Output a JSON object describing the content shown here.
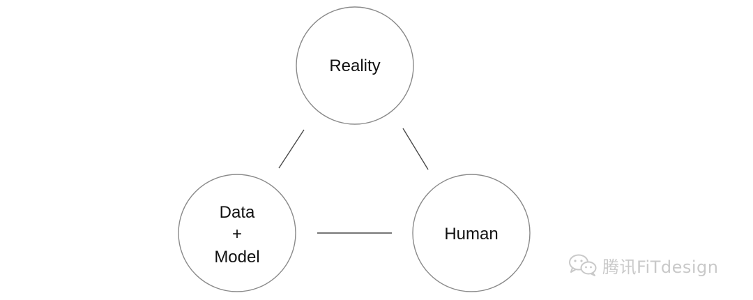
{
  "diagram": {
    "nodes": [
      {
        "id": "reality",
        "lines": [
          "Reality"
        ]
      },
      {
        "id": "data-model",
        "lines": [
          "Data",
          "+",
          "Model"
        ]
      },
      {
        "id": "human",
        "lines": [
          "Human"
        ]
      }
    ],
    "edges": [
      {
        "from": "data-model",
        "to": "reality"
      },
      {
        "from": "reality",
        "to": "human"
      },
      {
        "from": "data-model",
        "to": "human"
      }
    ],
    "colors": {
      "circle_stroke": "#8a8a8a",
      "edge_stroke": "#4a4a4a",
      "label": "#111111"
    }
  },
  "watermark": {
    "icon": "wechat-icon",
    "text": "腾讯FiTdesign"
  }
}
